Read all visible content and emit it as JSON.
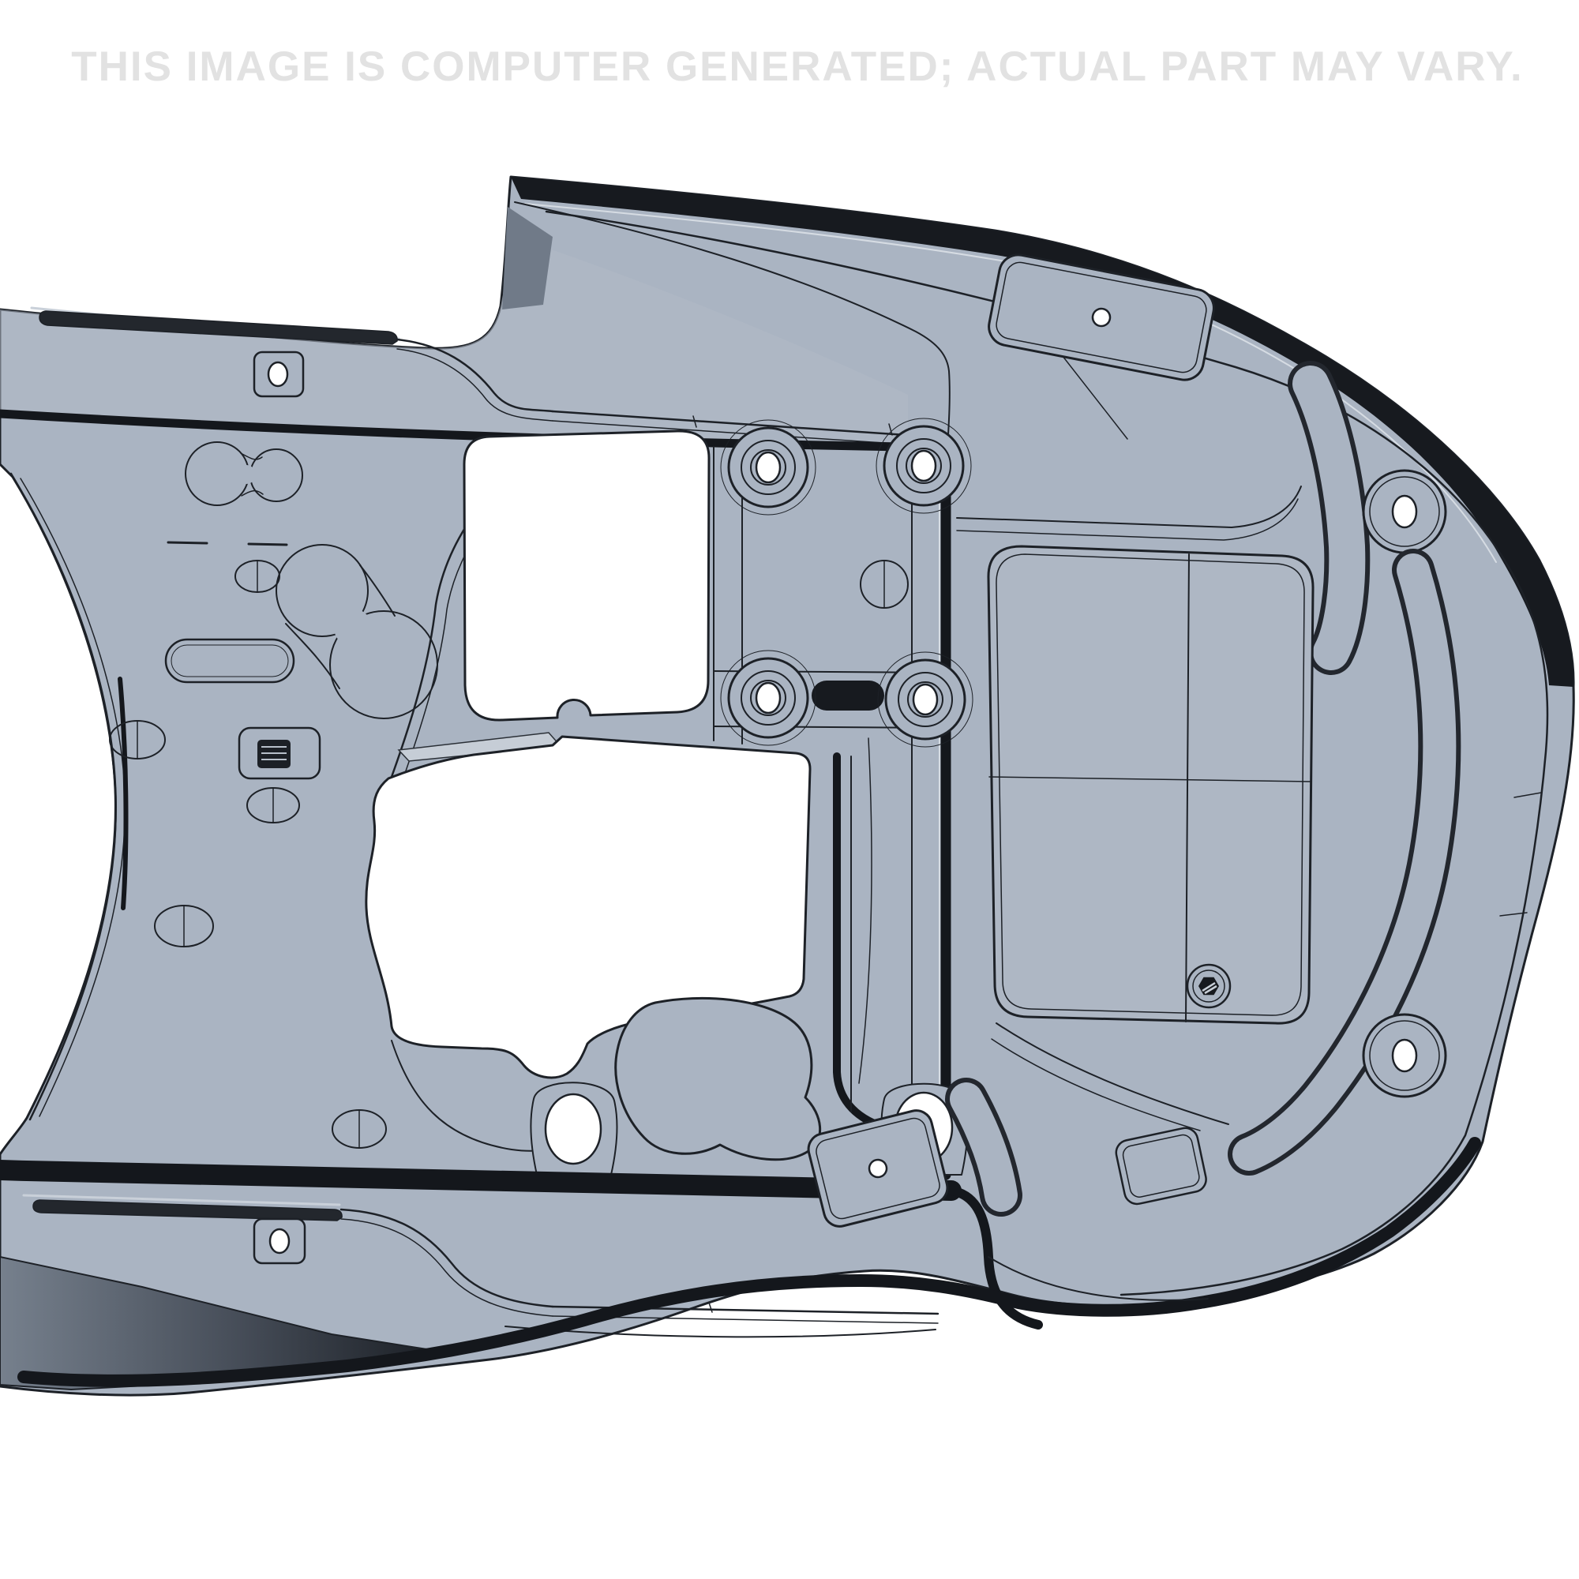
{
  "watermark": {
    "text": "THIS IMAGE IS COMPUTER GENERATED; ACTUAL PART MAY VARY."
  },
  "colors": {
    "background": "#ffffff",
    "watermark": "#e2e2e2",
    "part_fill": "#aab4c2",
    "part_fill_light": "#c6cdd6",
    "part_fill_dark": "#707a88",
    "outline": "#1d2127",
    "shadow_black": "#14171c",
    "highlight": "#d6dce3"
  },
  "subject": {
    "kind": "computer-generated CAD rendering of a molded panel part, top view",
    "features": {
      "mounting_bosses": 4,
      "large_oval_through_holes": 2,
      "flange_hole_bosses": 2,
      "plates_with_pilot_hole": 2,
      "rivet_plates_with_oval_hole": 2,
      "clip_mount_plates": 1,
      "window_cutouts": 2,
      "screw_boss_ellipses": 6,
      "groove_capsules": 3,
      "peanut_grooves": 2,
      "recessed_panels": 4,
      "hex_head_fastener": 1,
      "dashed_parting_line_segments": 2
    }
  }
}
